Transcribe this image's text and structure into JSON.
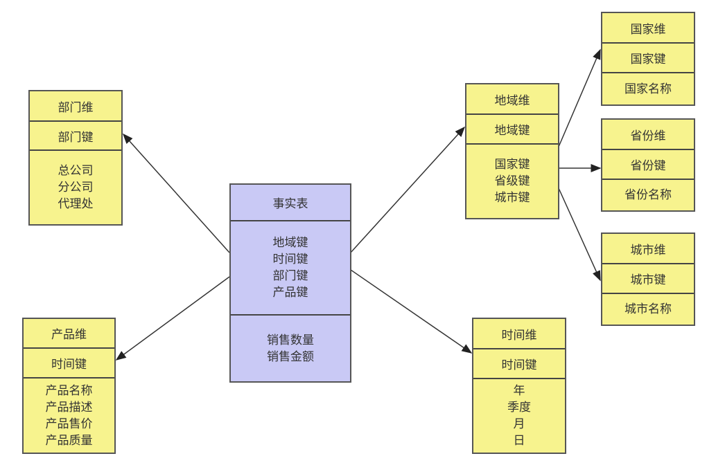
{
  "fact_table": {
    "title": "事实表",
    "keys": [
      "地域键",
      "时间键",
      "部门键",
      "产品键"
    ],
    "measures": [
      "销售数量",
      "销售金额"
    ]
  },
  "department_dim": {
    "title": "部门维",
    "key": "部门键",
    "attrs": [
      "总公司",
      "分公司",
      "代理处"
    ]
  },
  "product_dim": {
    "title": "产品维",
    "key": "时间键",
    "attrs": [
      "产品名称",
      "产品描述",
      "产品售价",
      "产品质量"
    ]
  },
  "region_dim": {
    "title": "地域维",
    "key": "地域键",
    "attrs": [
      "国家键",
      "省级键",
      "城市键"
    ]
  },
  "country_dim": {
    "title": "国家维",
    "key": "国家键",
    "attrs": [
      "国家名称"
    ]
  },
  "province_dim": {
    "title": "省份维",
    "key": "省份键",
    "attrs": [
      "省份名称"
    ]
  },
  "city_dim": {
    "title": "城市维",
    "key": "城市键",
    "attrs": [
      "城市名称"
    ]
  },
  "time_dim": {
    "title": "时间维",
    "key": "时间键",
    "attrs": [
      "年",
      "季度",
      "月",
      "日"
    ]
  },
  "colors": {
    "dimension": "#f7f38e",
    "fact": "#c9c9f5",
    "border": "#555555"
  }
}
